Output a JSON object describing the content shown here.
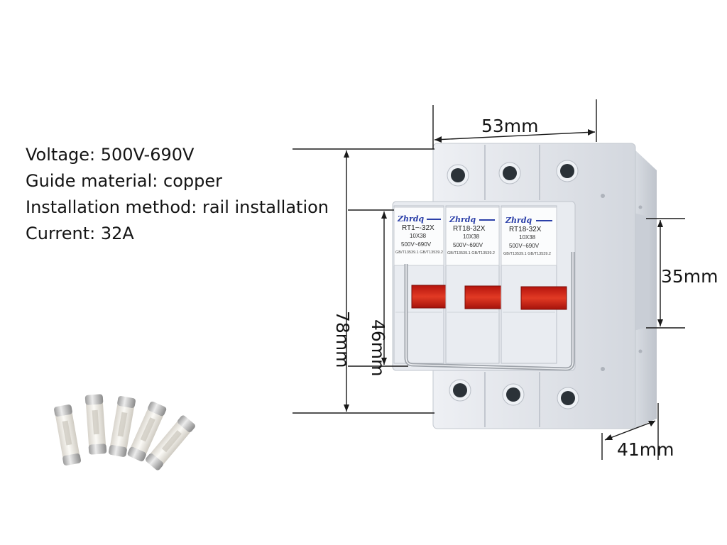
{
  "specs": [
    "Voltage: 500V-690V",
    "Guide material: copper",
    "Installation method: rail installation",
    "Current: 32A"
  ],
  "dimensions": {
    "width": "53mm",
    "height": "78mm",
    "cover": "46mm",
    "rail": "35mm",
    "depth": "41mm"
  },
  "poles": [
    {
      "brand": "Zhrdq",
      "model": "RT1−-32X",
      "size": "10X38",
      "voltage": "500V~690V",
      "standard": "GB/T13539.1 GB/T13539.2"
    },
    {
      "brand": "Zhrdq",
      "model": "RT18-32X",
      "size": "10X38",
      "voltage": "500V~690V",
      "standard": "GB/T13539.1 GB/T13539.2"
    },
    {
      "brand": "Zhrdq",
      "model": "RT18-32X",
      "size": "10X38",
      "voltage": "500V~690V",
      "standard": "GB/T13539.1 GB/T13539.2"
    }
  ],
  "colors": {
    "body": "#e3e6ec",
    "indicator": "#d8271c",
    "brand": "#2b3fa8"
  }
}
